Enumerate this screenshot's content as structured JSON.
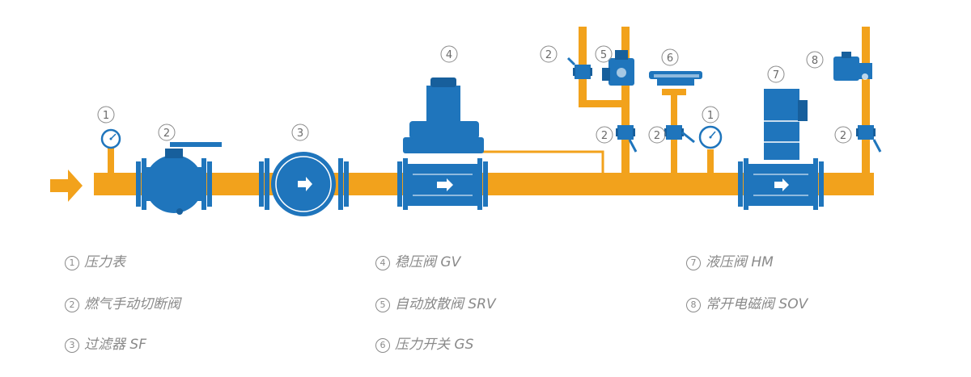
{
  "colors": {
    "pipe": "#f2a21c",
    "equipment": "#1f75bc",
    "equipment_dark": "#175f9c",
    "flange": "#1f75bc",
    "legend_text": "#8a8a8a"
  },
  "markers": {
    "m1a": "1",
    "m2a": "2",
    "m3": "3",
    "m4": "4",
    "m2b": "2",
    "m5": "5",
    "m6": "6",
    "m7": "7",
    "m8": "8",
    "m2c": "2",
    "m2d": "2",
    "m1b": "1",
    "m2e": "2"
  },
  "legend": {
    "col1": [
      {
        "num": "1",
        "label": "压力表"
      },
      {
        "num": "2",
        "label": "燃气手动切断阀"
      },
      {
        "num": "3",
        "label": "过滤器 SF"
      }
    ],
    "col2": [
      {
        "num": "4",
        "label": "稳压阀 GV"
      },
      {
        "num": "5",
        "label": "自动放散阀 SRV"
      },
      {
        "num": "6",
        "label": "压力开关 GS"
      }
    ],
    "col3": [
      {
        "num": "7",
        "label": "液压阀 HM"
      },
      {
        "num": "8",
        "label": "常开电磁阀 SOV"
      }
    ]
  }
}
